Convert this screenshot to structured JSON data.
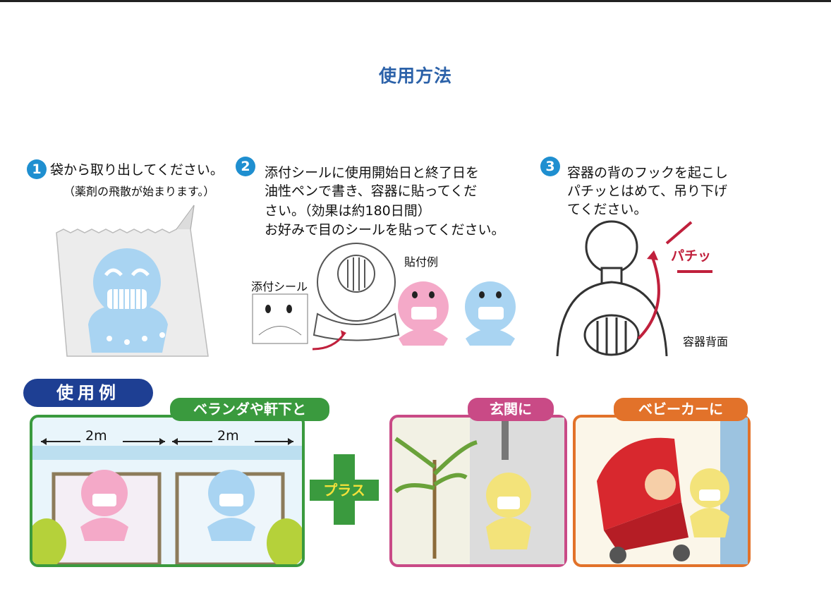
{
  "title": "使用方法",
  "step1": {
    "num": "1",
    "text": "袋から取り出してください。",
    "sub": "（薬剤の飛散が始まります。）"
  },
  "step2": {
    "num": "2",
    "line1": "添付シールに使用開始日と終了日を",
    "line2": "油性ペンで書き、容器に貼ってくだ",
    "line3": "さい。（効果は約180日間）",
    "line4": "お好みで目のシールを貼ってください。",
    "sticker_label": "添付シール",
    "example_label": "貼付例"
  },
  "step3": {
    "num": "3",
    "line1": "容器の背のフックを起こし",
    "line2": "パチッとはめて、吊り下げ",
    "line3": "てください。",
    "snap": "パチッ",
    "back_label": "容器背面"
  },
  "usage": {
    "label": "使用例",
    "veranda_tag": "ベランダや軒下と",
    "dist1": "2m",
    "dist2": "2m",
    "plus": "プラス",
    "entrance_tag": "玄関に",
    "stroller_tag": "ベビーカーに"
  },
  "colors": {
    "step_num": "#1f8fd0",
    "title": "#2c62a9",
    "usage_label": "#1e3f93",
    "green": "#3a9a3e",
    "pink_frame": "#c94a86",
    "orange_frame": "#e2722a",
    "snap_red": "#c0203c"
  }
}
